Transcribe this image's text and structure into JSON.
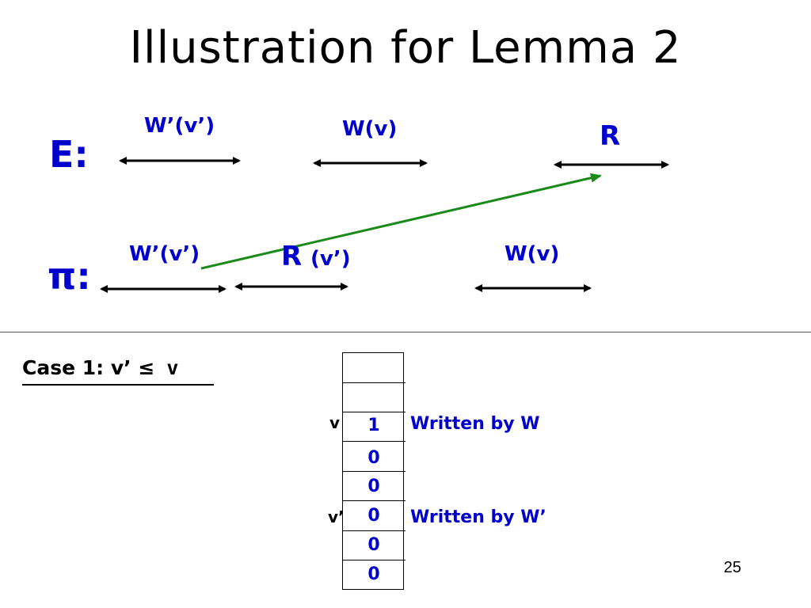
{
  "title": "Illustration for Lemma 2",
  "colors": {
    "label_blue": "#0000cc",
    "arrow_green": "#1a8a1a"
  },
  "rows": {
    "E": {
      "label": "E:",
      "ops": [
        {
          "label": "W’(v’)"
        },
        {
          "label": "W(v)"
        },
        {
          "label": "R"
        }
      ]
    },
    "pi": {
      "label": "π:",
      "ops": [
        {
          "label": "W’(v’)"
        },
        {
          "label_main": "R",
          "label_sub": "(v’)"
        },
        {
          "label": "W(v)"
        }
      ]
    }
  },
  "case": {
    "prefix": "Case 1: v’ ",
    "symbol": "≤",
    "var": " v"
  },
  "memory": {
    "cells": [
      "",
      "",
      "1",
      "0",
      "0",
      "0",
      "0",
      "0"
    ],
    "index_labels": {
      "v": "v",
      "v_prime": "v’"
    },
    "notes": {
      "written_by_w": "Written by W",
      "written_by_w_prime": "Written by W’"
    }
  },
  "page_number": "25"
}
